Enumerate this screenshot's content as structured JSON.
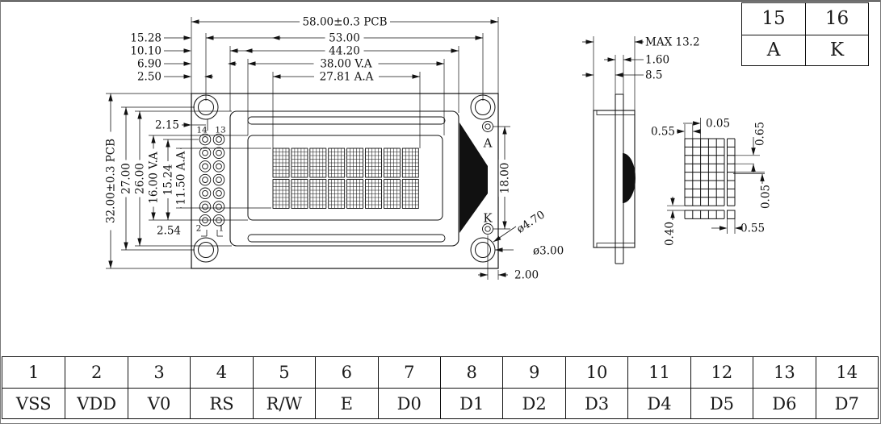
{
  "front_view": {
    "dims_top": [
      "58.00±0.3 PCB",
      "53.00",
      "44.20",
      "38.00 V.A",
      "27.81 A.A"
    ],
    "dims_left_offsets": [
      "15.28",
      "10.10",
      "6.90",
      "2.50"
    ],
    "dims_vertical": [
      "32.00±0.3 PCB",
      "27.00",
      "26.00",
      "16.00 V.A",
      "15.24",
      "11.50 A.A"
    ],
    "dim_pin_edge": "2.15",
    "dim_pin_pitch": "2.54",
    "pin_corner_labels": {
      "top_left": "14",
      "top_right": "13",
      "bottom_left": "2",
      "bottom_right": "1"
    },
    "backlight": {
      "anode": "A",
      "cathode": "K",
      "span": "18.00"
    },
    "mount_hole": {
      "outer": "ø4.70",
      "inner": "ø3.00",
      "edge_offset": "2.00"
    }
  },
  "side_view": {
    "depth_max": "MAX 13.2",
    "pcb_thickness": "1.60",
    "standoff": "8.5"
  },
  "dot_detail": {
    "dot_width": "0.55",
    "gap_h": "0.05",
    "dot_height": "0.65",
    "gap_v": "0.05",
    "row_gap": "0.40",
    "col_pitch": "0.55"
  },
  "backlight_table": {
    "cells": [
      [
        "15",
        "16"
      ],
      [
        "A",
        "K"
      ]
    ]
  },
  "pin_table": {
    "numbers": [
      "1",
      "2",
      "3",
      "4",
      "5",
      "6",
      "7",
      "8",
      "9",
      "10",
      "11",
      "12",
      "13",
      "14"
    ],
    "names": [
      "VSS",
      "VDD",
      "V0",
      "RS",
      "R/W",
      "E",
      "D0",
      "D1",
      "D2",
      "D3",
      "D4",
      "D5",
      "D6",
      "D7"
    ]
  }
}
